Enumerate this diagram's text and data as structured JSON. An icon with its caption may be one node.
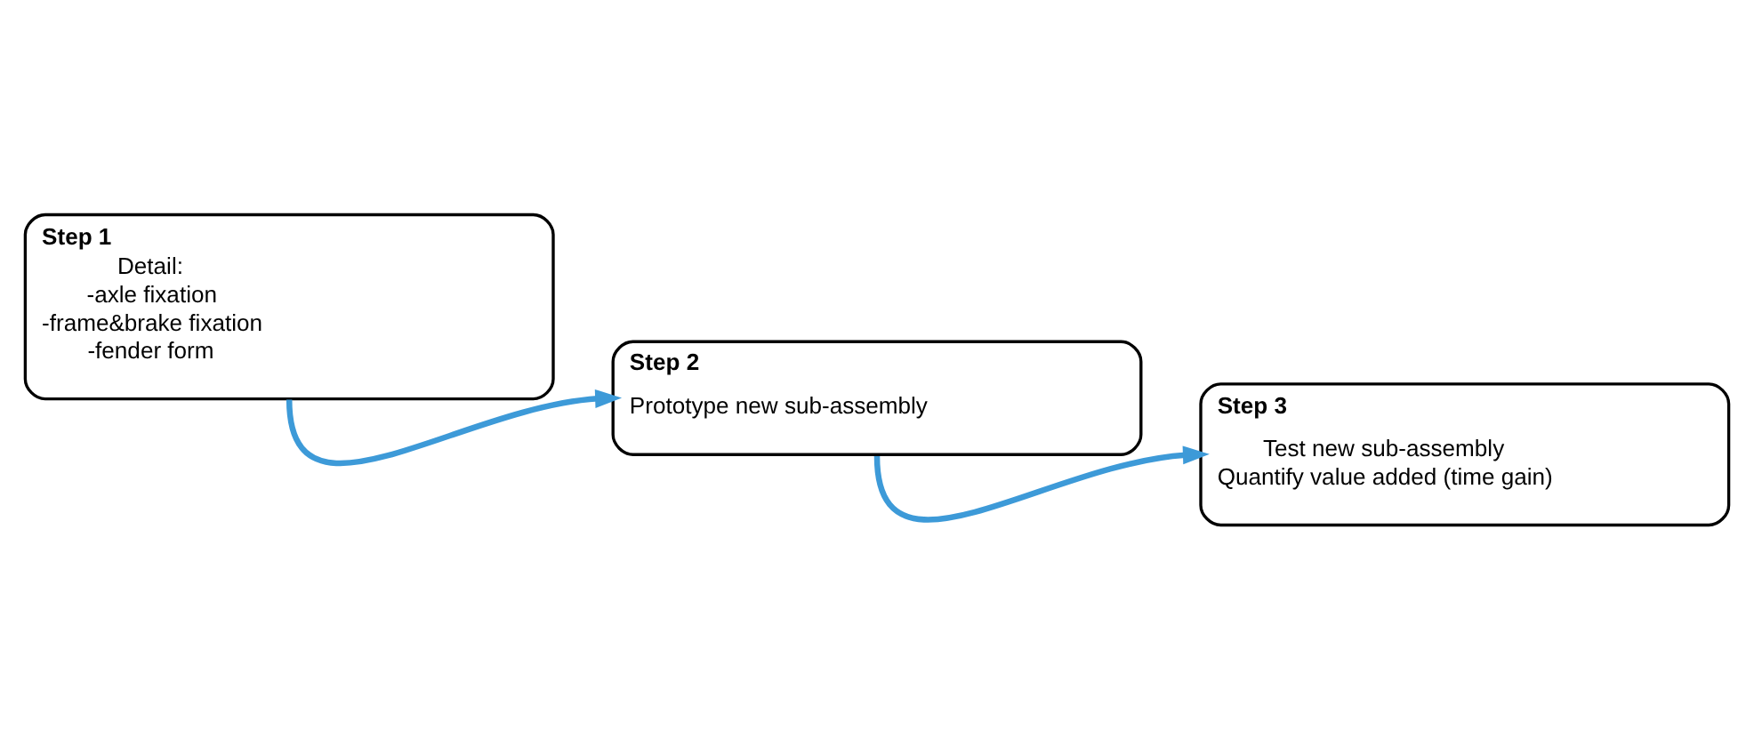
{
  "diagram": {
    "nodes": [
      {
        "text": [
          "Step 1",
          "Detail:",
          "-axle fixation",
          "-frame&brake fixation",
          "-fender form"
        ]
      },
      {
        "text": [
          "Step 2",
          "Prototype new sub-assembly"
        ]
      },
      {
        "text": [
          "Step 3",
          "Test new sub-assembly",
          "Quantify value added (time gain)"
        ]
      }
    ],
    "edges": [
      {
        "from": 0,
        "to": 1,
        "arrow": "to"
      },
      {
        "from": 1,
        "to": 2,
        "arrow": "to"
      }
    ]
  }
}
